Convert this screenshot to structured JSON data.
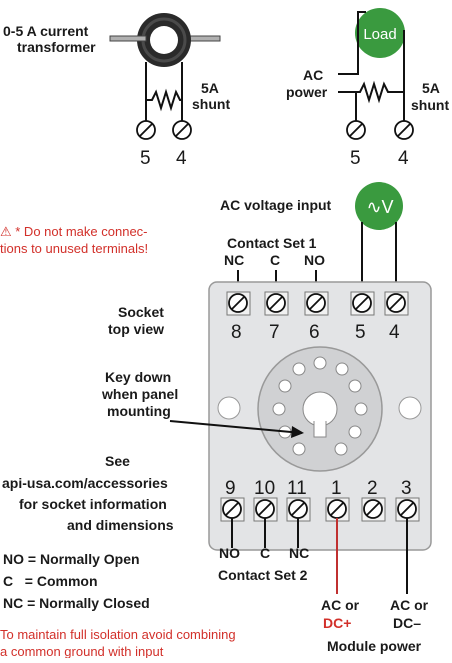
{
  "ct_panel": {
    "title_line1": "0-5 A current",
    "title_line2": "transformer",
    "shunt_line1": "5A",
    "shunt_line2": "shunt",
    "terminal_left": "5",
    "terminal_right": "4"
  },
  "pt_panel": {
    "load_label": "Load",
    "ac_line1": "AC",
    "ac_line2": "power",
    "shunt_line1": "5A",
    "shunt_line2": "shunt",
    "terminal_left": "5",
    "terminal_right": "4"
  },
  "ac_voltage_input": {
    "label": "AC voltage input",
    "symbol": "∿V"
  },
  "warning": {
    "icon": "warning-triangle-icon",
    "line1": "⚠ * Do not make connec-",
    "line2": "tions to unused terminals!"
  },
  "contact_set_1": {
    "title": "Contact Set 1",
    "labels": [
      "NC",
      "C",
      "NO"
    ]
  },
  "socket": {
    "top_terminals": [
      "8",
      "7",
      "6",
      "5",
      "4"
    ],
    "bottom_terminals": [
      "9",
      "10",
      "11",
      "1",
      "2",
      "3"
    ],
    "top_view_line1": "Socket",
    "top_view_line2": "top view",
    "key_line1": "Key down",
    "key_line2": "when panel",
    "key_line3": "mounting"
  },
  "see_note": {
    "line1": "See",
    "line2": "api-usa.com/accessories",
    "line3": "for socket information",
    "line4": "and dimensions"
  },
  "contact_set_2": {
    "title": "Contact Set 2",
    "labels": [
      "NO",
      "C",
      "NC"
    ]
  },
  "legend": {
    "line1": "NO = Normally Open",
    "line2": "C   = Common",
    "line3": "NC = Normally Closed"
  },
  "module_power": {
    "left_line1": "AC or",
    "left_line2": "DC+",
    "right_line1": "AC or",
    "right_line2": "DC–",
    "title": "Module power"
  },
  "bottom_warning": {
    "line1": "To maintain full isolation avoid combining",
    "line2": "a common ground with input"
  },
  "colors": {
    "green": "#3a9a3f",
    "red": "#d2302a",
    "socket_fill": "#e3e4e6"
  }
}
